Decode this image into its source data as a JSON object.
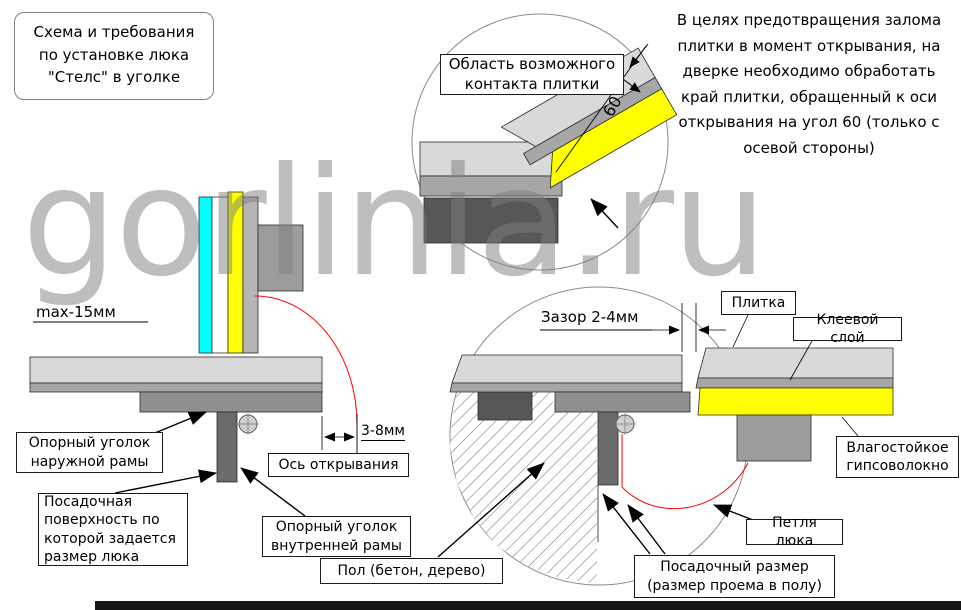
{
  "watermark": "gorlinia.ru",
  "title_box": "Схема и требования по установке люка \"Стелс\" в уголке",
  "note": "В целях предотвращения залома плитки в момент открывания, на дверке необходимо обработать край плитки, обращенный к оси открывания на угол 60 (только с осевой стороны)",
  "detail": {
    "label": "Область возможного контакта плитки",
    "angle": "60°"
  },
  "left_view": {
    "max_tile": "max-15мм",
    "gap": "3-8мм",
    "axis": "Ось открывания",
    "outer_corner": "Опорный уголок наружной рамы",
    "seating_surface": "Посадочная поверхность по которой задается размер люка",
    "inner_corner": "Опорный уголок внутренней рамы"
  },
  "right_view": {
    "gap": "Зазор 2-4мм",
    "tile": "Плитка",
    "glue": "Клеевой слой",
    "gypsum": "Влагостойкое гипсоволокно",
    "hinge": "Петля люка",
    "floor": "Пол (бетон, дерево)",
    "seat_size": "Посадочный размер (размер проема в полу)"
  },
  "colors": {
    "tile_light": "#d9d9d9",
    "glue_gray": "#a6a6a6",
    "frame_gray": "#8f8f8f",
    "leg_gray": "#6b6b6b",
    "gypsum_yellow": "#ffff00",
    "door_tile_cyan": "#00ffff",
    "swing_red": "#ff0000"
  }
}
